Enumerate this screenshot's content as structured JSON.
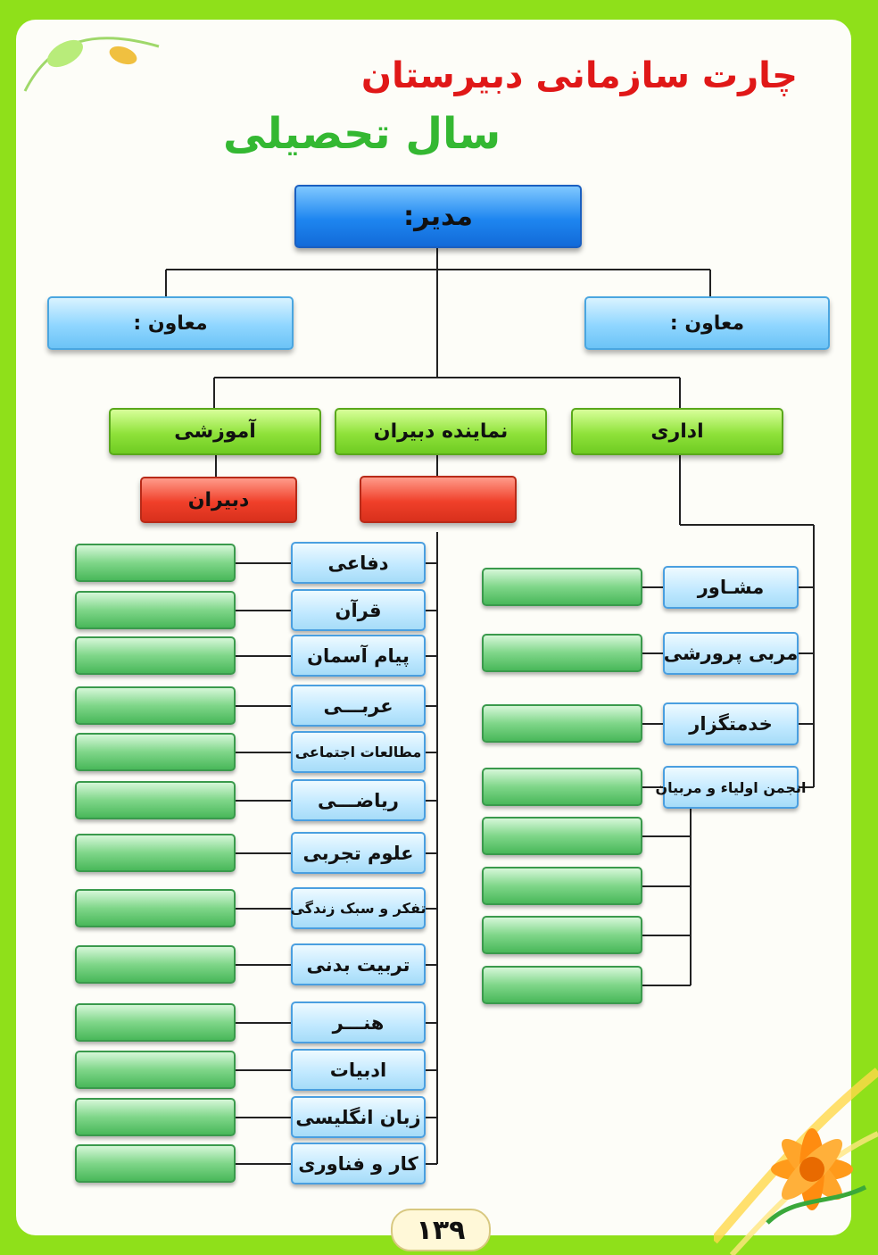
{
  "header": {
    "title": "چارت  سازمانی دبیرستان",
    "subtitle": "سال تحصیلی"
  },
  "chart": {
    "principal": "مدیر:",
    "deputy_left": "معاون :",
    "deputy_right": "معاون :",
    "categories": {
      "educational": "آموزشی",
      "teachers_rep": "نماینده دبیران",
      "administrative": "اداری"
    },
    "teachers_label": "دبیران",
    "teachers_rep_name": "",
    "subjects": [
      "دفاعی",
      "قرآن",
      "پیام آسمان",
      "عربـــی",
      "مطالعات اجتماعی",
      "ریاضـــی",
      "علوم تجربی",
      "تفکر و سبک زندگی",
      "تربیت بدنی",
      "هنـــر",
      "ادبیات",
      "زبان انگلیسی",
      "کار و فناوری"
    ],
    "admin_roles": [
      "مشـاور",
      "مربی پرورشی",
      "خدمتگزار",
      "انجمن اولیاء و مربیان"
    ]
  },
  "page_number": "۱۳۹",
  "colors": {
    "frame_green": "#8fe01a",
    "title_red": "#e01818",
    "subtitle_green": "#34b832",
    "principal_blue": "#1e86f0"
  }
}
